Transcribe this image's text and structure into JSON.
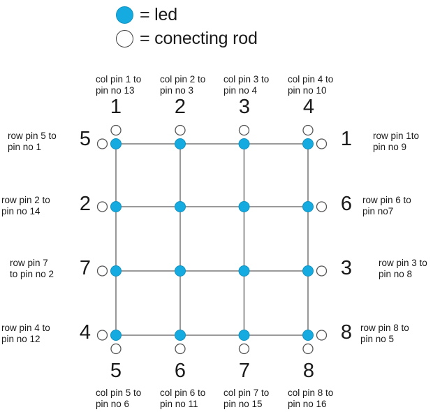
{
  "legend": {
    "items": [
      {
        "icon": "filled-circle-icon",
        "label": "= led",
        "color": "#16abe0"
      },
      {
        "icon": "open-circle-icon",
        "label": "= conecting rod",
        "color": "#ffffff"
      }
    ]
  },
  "diagram": {
    "type": "led-matrix",
    "rows": 4,
    "cols": 4,
    "led_color": "#16abe0",
    "line_color": "#8c8c8c",
    "rod_color": "#ffffff",
    "columns_top": [
      {
        "number": "1",
        "note": "col pin 1 to\npin no 13"
      },
      {
        "number": "2",
        "note": "col pin 2 to\npin no 3"
      },
      {
        "number": "3",
        "note": "col pin 3 to\npin no 4"
      },
      {
        "number": "4",
        "note": "col pin 4 to\npin no 10"
      }
    ],
    "columns_bottom": [
      {
        "number": "5",
        "note": "col pin 5 to\npin no 6"
      },
      {
        "number": "6",
        "note": "col pin 6 to\npin no 11"
      },
      {
        "number": "7",
        "note": "col pin 7 to\npin no 15"
      },
      {
        "number": "8",
        "note": "col pin 8 to\npin no 16"
      }
    ],
    "rows_left": [
      {
        "number": "5",
        "note": "row pin 5 to\npin no 1"
      },
      {
        "number": "2",
        "note": "row pin 2 to\npin no 14"
      },
      {
        "number": "7",
        "note": "row pin 7\nto pin no 2"
      },
      {
        "number": "4",
        "note": "row pin 4 to\npin no 12"
      }
    ],
    "rows_right": [
      {
        "number": "1",
        "note": "row pin 1to\npin no 9"
      },
      {
        "number": "6",
        "note": "row pin 6 to\npin no7"
      },
      {
        "number": "3",
        "note": "row pin 3 to\npin no 8"
      },
      {
        "number": "8",
        "note": "row pin 8 to\npin no 5"
      }
    ]
  }
}
